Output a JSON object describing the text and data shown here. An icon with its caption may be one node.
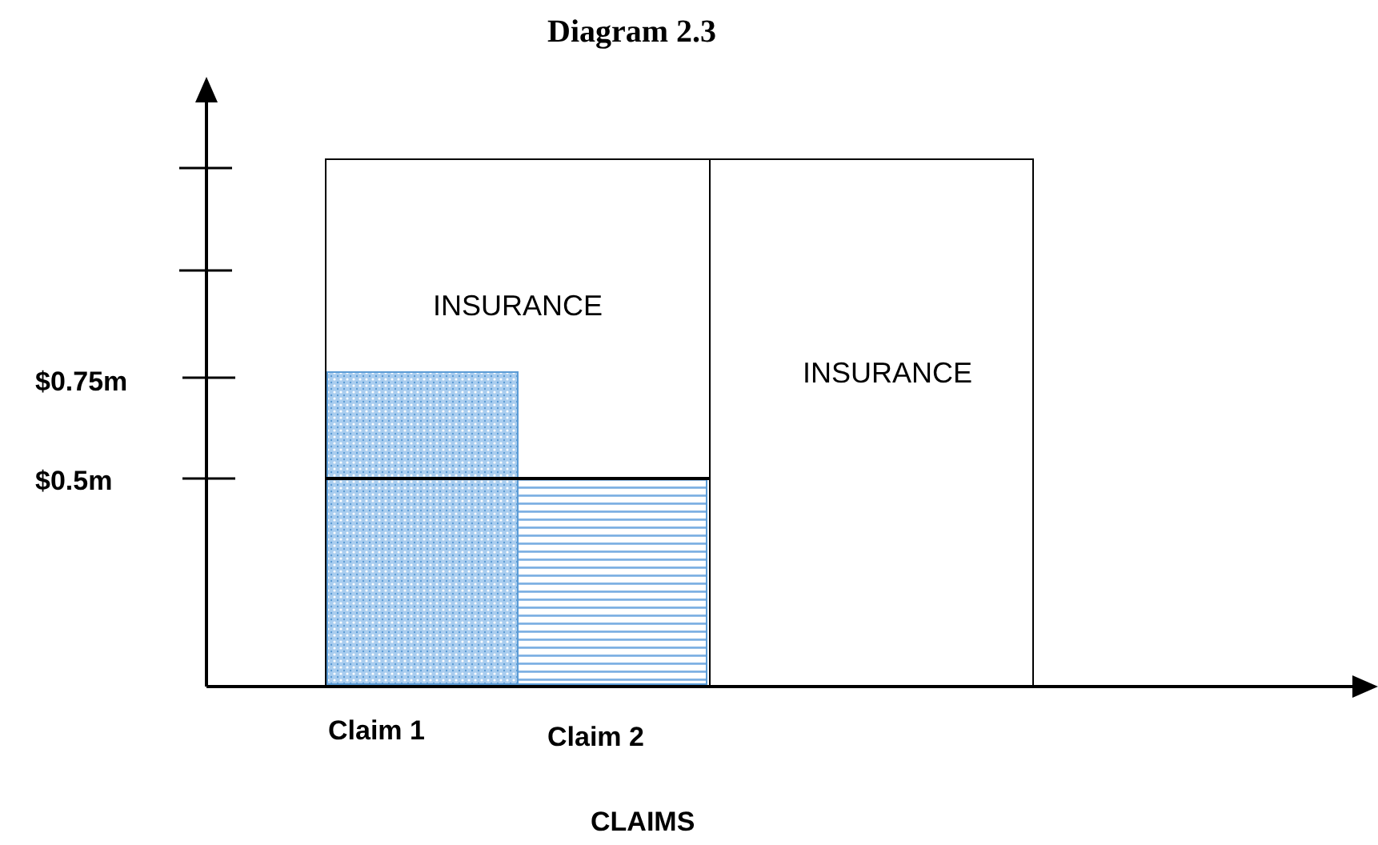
{
  "diagram": {
    "title": "Diagram 2.3",
    "nodes": [
      {
        "text": [
          "INSURANCE"
        ]
      },
      {
        "text": [
          "INSURANCE"
        ]
      },
      {
        "text": [],
        "shape": "box",
        "in": 0
      },
      {
        "text": [],
        "shape": "box",
        "in": 0
      }
    ],
    "labels": [
      "$0.75m",
      "$0.5m",
      "Claim 1",
      "Claim 2",
      "CLAIMS"
    ]
  }
}
